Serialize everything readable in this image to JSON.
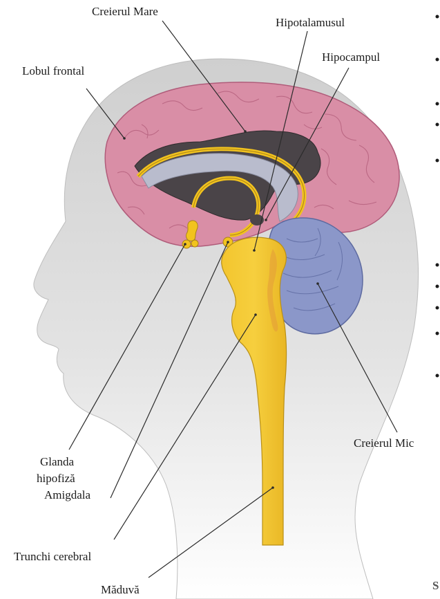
{
  "labels": {
    "creierul_mare": "Creierul Mare",
    "hipotalamusul": "Hipotalamusul",
    "hipocampul": "Hipocampul",
    "lobul_frontal": "Lobul frontal",
    "creierul_mic": "Creierul Mic",
    "glanda": "Glanda",
    "hipofiza": "hipofiză",
    "amigdala": "Amigdala",
    "trunchi_cerebral": "Trunchi cerebral",
    "maduva": "Măduvă"
  },
  "colors": {
    "head": "#d3d3d3",
    "cerebrum": "#d98ea6",
    "cerebrum_outline": "#b05c7a",
    "ventricle_dark": "#4a4448",
    "corpus_callosum": "#b9bccd",
    "limbic": "#f2c31e",
    "cerebellum": "#8b97c9",
    "brainstem": "#f1c232",
    "brainstem_accent": "#e49a3a"
  },
  "page_fragment": {
    "footer_letter": "S"
  }
}
